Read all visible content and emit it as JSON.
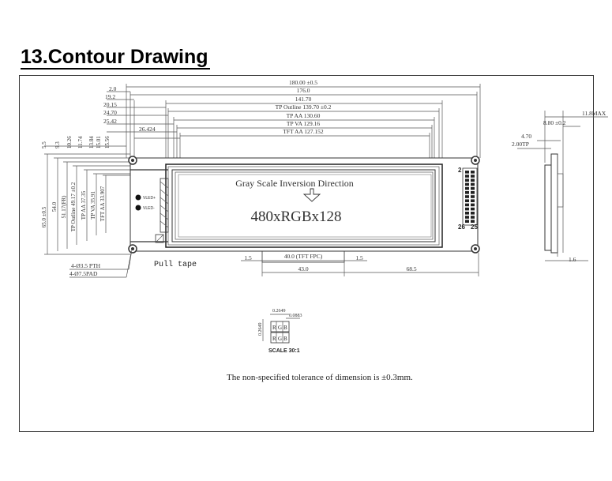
{
  "heading": "13.Contour Drawing",
  "top_dims": [
    {
      "label": "2.0",
      "value": "180.00 ±0.5"
    },
    {
      "label": "19.2",
      "value": "176.0"
    },
    {
      "label": "20.15",
      "value": "141.70"
    },
    {
      "label": "24.70",
      "value": "TP Outline 139.70 ±0.2"
    },
    {
      "label": "25.42",
      "value": "TP AA 130.60"
    },
    {
      "label": "26.424",
      "value": "TP VA 129.16"
    },
    {
      "label": "",
      "value": "TFT AA 127.152"
    }
  ],
  "left_dims": [
    "5.5",
    "9.3",
    "10.26",
    "11.74",
    "13.84",
    "15.01",
    "15.56"
  ],
  "left_vertical_dims": [
    "65.0 ±0.5",
    "54.0",
    "51.17(FR)",
    "TP Outline 49.17 ±0.2",
    "TP AA 37.35",
    "TP VA 35.91",
    "TFT AA 33.907"
  ],
  "screen": {
    "direction_text": "Gray Scale Inversion Direction",
    "resolution_text": "480xRGBx128"
  },
  "led_labels": [
    "VLED+",
    "VLED-"
  ],
  "pull_tape": "Pull tape",
  "hole_notes": [
    "4-Ø3.5 PTH",
    "4-Ø7.5PAD"
  ],
  "pin_labels": {
    "top": "2",
    "bottom_left": "26",
    "bottom_right": "25"
  },
  "bottom_dims": [
    "1.5",
    "40.0 (TFT FPC)",
    "1.5",
    "43.0",
    "68.5"
  ],
  "side_dims": [
    "11.8MAX",
    "8.80 ±0.2",
    "4.70",
    "2.00TP",
    "1.6"
  ],
  "pixel_detail": {
    "dims": [
      "0.2649",
      "0.0883",
      "0.2649"
    ],
    "letters": [
      "R",
      "G",
      "B"
    ],
    "scale_label": "SCALE 30:1"
  },
  "tolerance_note": "The non-specified tolerance of dimension is ±0.3mm."
}
